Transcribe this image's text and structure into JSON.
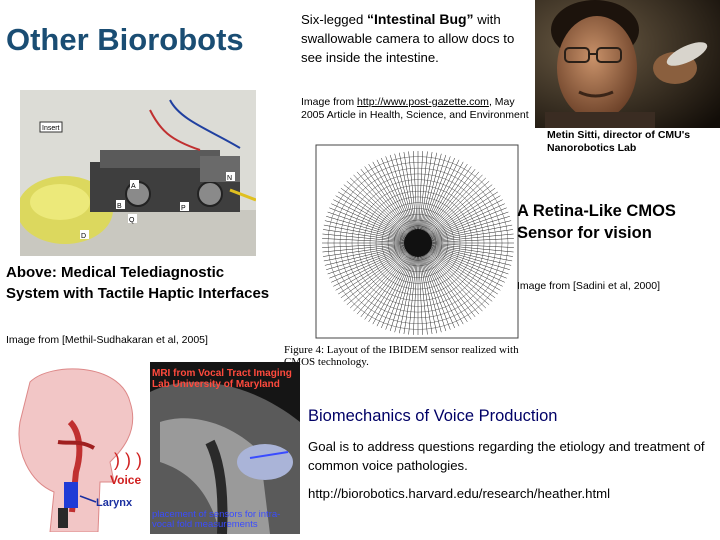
{
  "title": "Other Biorobots",
  "bug": {
    "prefix": "Six-legged ",
    "name": "“Intestinal Bug”",
    "description": "with swallowable camera to allow docs to see inside the intestine.",
    "credit_prefix": "Image from ",
    "credit_link": "http://www.post-gazette.com",
    "credit_suffix": ", May 2005 Article in Health, Science, and Environment"
  },
  "sitti": {
    "caption": "Metin Sitti, director of CMU's Nanorobotics Lab"
  },
  "medical": {
    "photo_labels": [
      "Insert",
      "A",
      "B",
      "N",
      "P",
      "Q",
      "D"
    ],
    "caption": "Above: Medical Telediagnostic System with Tactile Haptic Interfaces",
    "credit": "Image from [Methil-Sudhakaran et al, 2005]"
  },
  "retina": {
    "figure_caption": "Figure 4:  Layout of the IBIDEM sensor realized with CMOS technology.",
    "title": "A Retina-Like CMOS Sensor for vision",
    "credit": "Image from [Sadini et al, 2000]"
  },
  "voice": {
    "mri_label": "MRI from Vocal Tract Imaging Lab University of Maryland",
    "mri_bottom": "placement of sensors for intra-vocal fold measurements",
    "head_voice": "Voice",
    "head_larynx": "Larynx",
    "title": "Biomechanics of Voice Production",
    "goal": "Goal is to address questions regarding the etiology and treatment of common voice pathologies.",
    "url": "http://biorobotics.harvard.edu/research/heather.html"
  },
  "colors": {
    "title": "#1a4d73",
    "voice_title": "#000066",
    "mri_label": "#ff4a3d",
    "mri_bottom": "#3a4cff"
  }
}
